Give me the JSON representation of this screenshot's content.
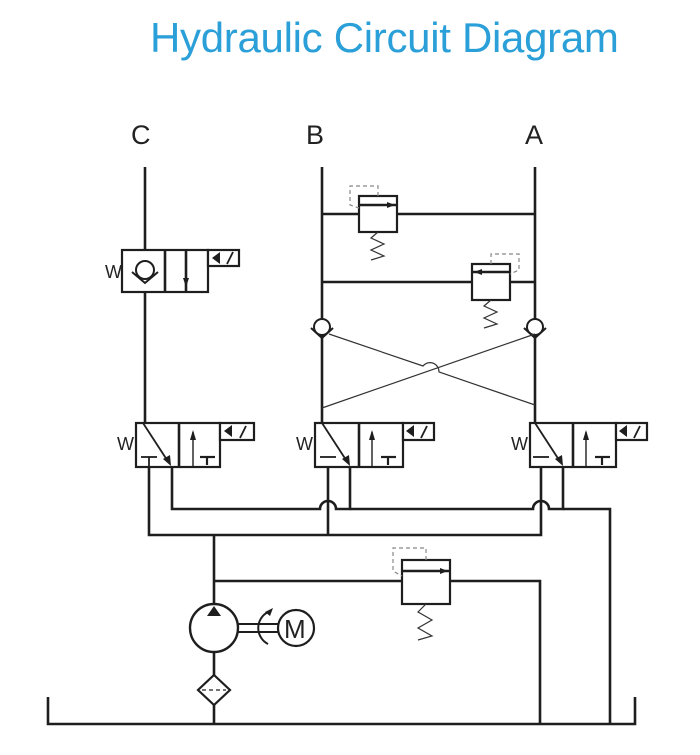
{
  "title": "Hydraulic Circuit Diagram",
  "colors": {
    "title": "#2a9fd8",
    "line": "#1e1e1e",
    "pilot_dash": "#888888"
  },
  "ports": {
    "c": "C",
    "b": "B",
    "a": "A"
  },
  "valve_spring_label": "W",
  "motor_label": "M",
  "components": {
    "valve_c_top": "solenoid-directional-valve-with-check",
    "relief_valve_upper": "pressure-relief-valve",
    "relief_valve_lower": "pressure-relief-valve",
    "check_valve_b": "check-valve",
    "check_valve_a": "check-valve",
    "valve_c": "solenoid-directional-valve",
    "valve_b": "solenoid-directional-valve",
    "valve_a": "solenoid-directional-valve",
    "main_relief_valve": "pressure-relief-valve",
    "pump": "hydraulic-pump",
    "motor": "electric-motor",
    "filter": "filter",
    "tank": "reservoir-tank"
  }
}
